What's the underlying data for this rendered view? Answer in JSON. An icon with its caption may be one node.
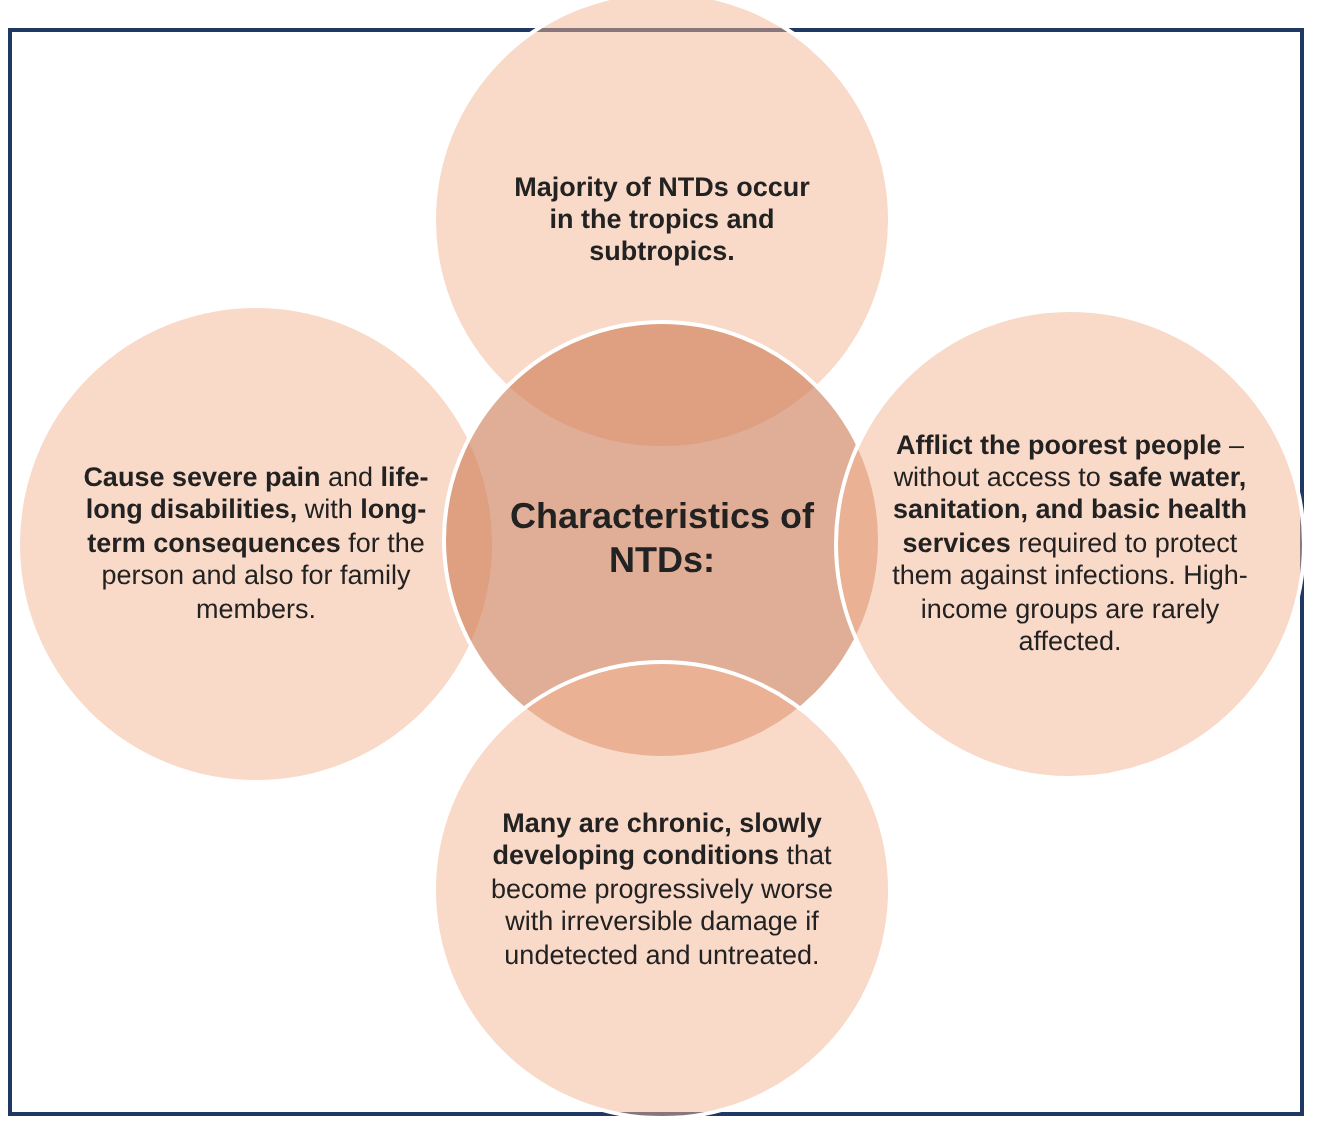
{
  "diagram": {
    "nodes": [
      {
        "text": [
          "Majority of NTDs occur in the tropics and subtropics."
        ]
      },
      {
        "text": [
          "**Cause severe pain** and **life-long disabilities,** with **long-term consequences** for the person and also for family members."
        ]
      },
      {
        "text": [
          "Characteristics of NTDs:"
        ]
      },
      {
        "text": [
          "**Afflict the poorest people** – without access to **safe water, sanitation, and basic health services** required to protect them against infections. High-income groups are rarely affected."
        ]
      },
      {
        "text": [
          "**Many are chronic, slowly developing conditions** that become progressively worse with irreversible damage if undetected and untreated."
        ]
      }
    ],
    "edges": []
  }
}
